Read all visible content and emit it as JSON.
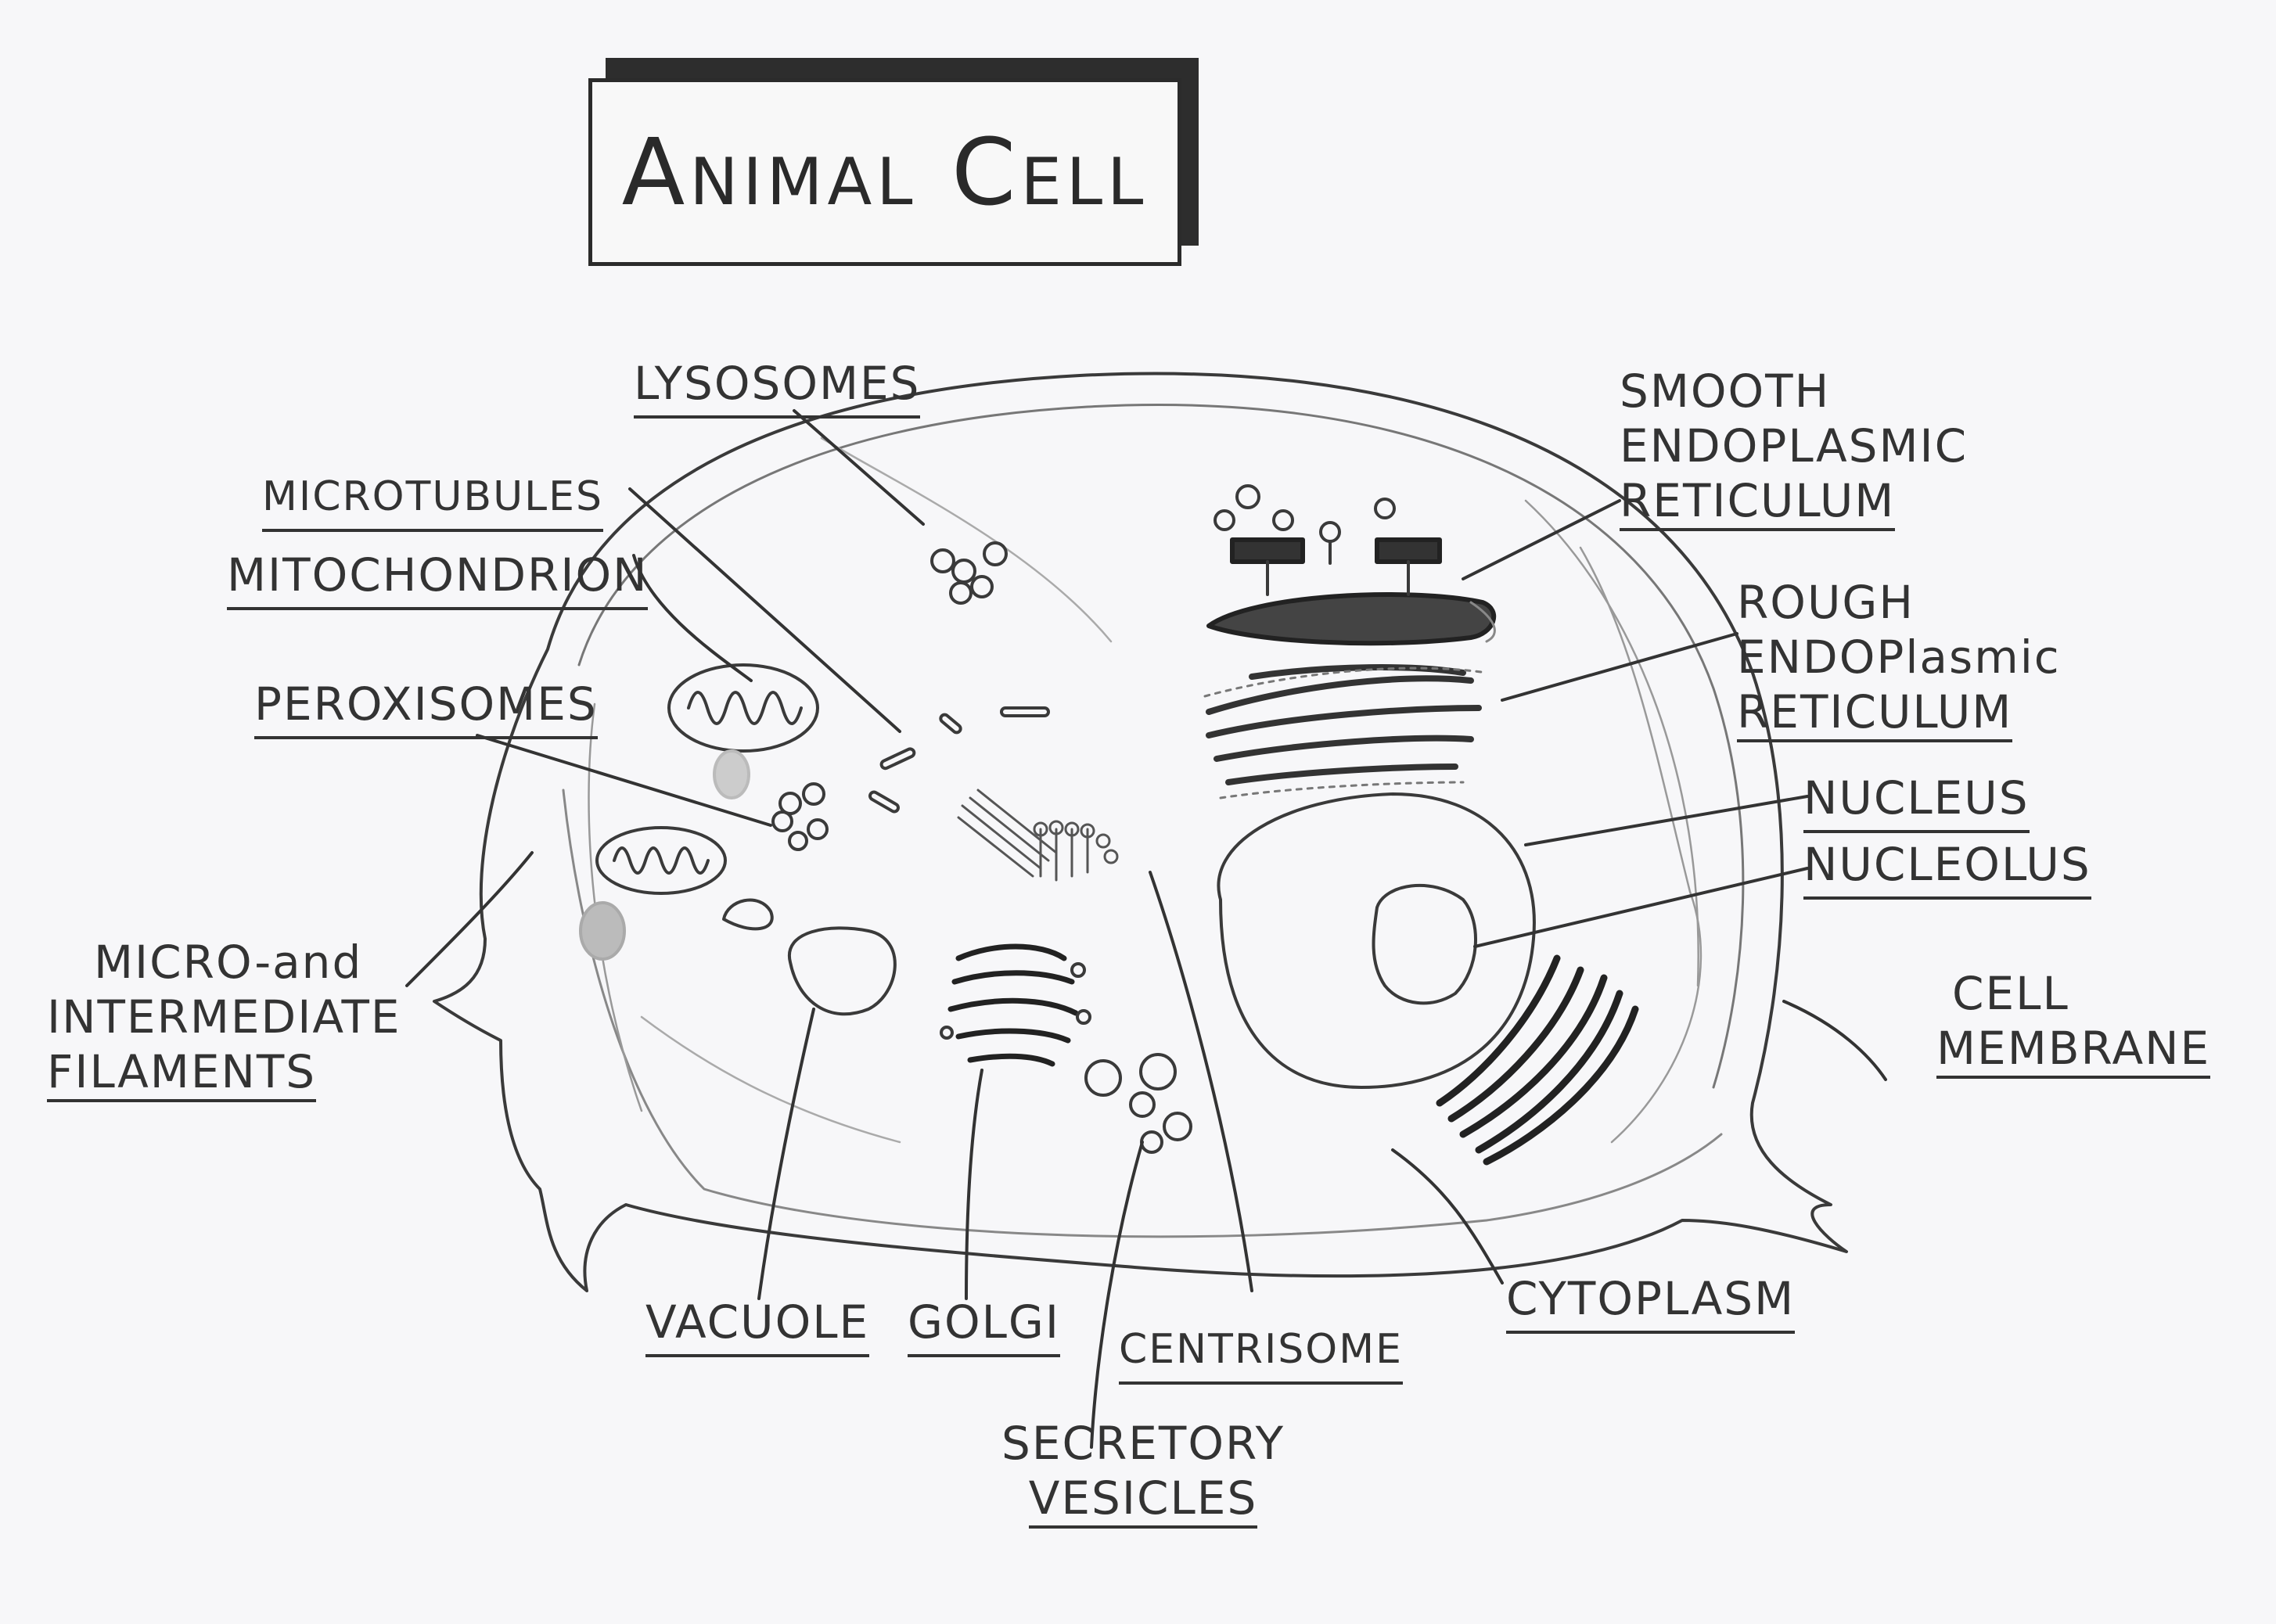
{
  "title": "Animal Cell",
  "labels": {
    "lysosomes": "LYSOSOMES",
    "microtubules": "MICROTUBULES",
    "mitochondrion": "MITOCHONDRION",
    "peroxisomes": "PEROXISOMES",
    "filaments": [
      "MICRO-and",
      "INTERMEDIATE",
      "FILAMENTS"
    ],
    "smooth_er": [
      "SMOOTH",
      "ENDOPLASMIC",
      "RETICULUM"
    ],
    "rough_er": [
      "ROUGH",
      "ENDOPlasmic",
      "RETICULUM"
    ],
    "nucleus": "NUCLEUS",
    "nucleolus": "NUCLEOLUS",
    "cell_membrane": [
      "CELL",
      "MEMBRANE"
    ],
    "cytoplasm": "CYTOPLASM",
    "vacuole": "VACUOLE",
    "golgi": "GOLGI",
    "centrisome": "CENTRISOME",
    "secretory_vesicles": [
      "SECRETORY",
      "VESICLES"
    ]
  },
  "colors": {
    "pencil": "#333333",
    "paper": "#f7f7f9",
    "shade": "#555555"
  }
}
